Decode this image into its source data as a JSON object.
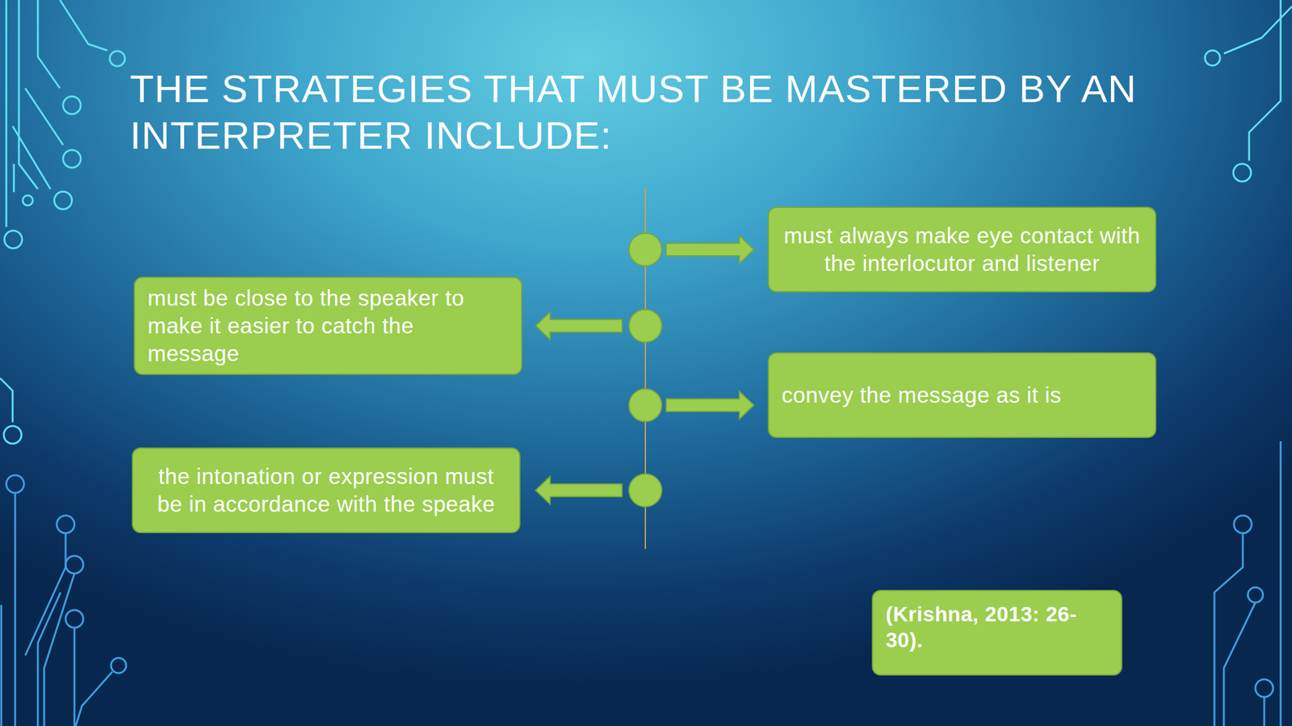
{
  "diagram": {
    "title": "THE STRATEGIES THAT MUST BE MASTERED BY AN INTERPRETER INCLUDE:",
    "nodes": [
      {
        "text": [
          "must always make eye contact with the interlocutor and listener"
        ]
      },
      {
        "text": [
          "must be close to the speaker to make it easier to catch the message"
        ]
      },
      {
        "text": [
          "convey the message as it is"
        ]
      },
      {
        "text": [
          "the intonation or expression must be in accordance with the speake"
        ]
      },
      {
        "text": [
          "(Krishna, 2013: 26-30)."
        ]
      }
    ]
  }
}
